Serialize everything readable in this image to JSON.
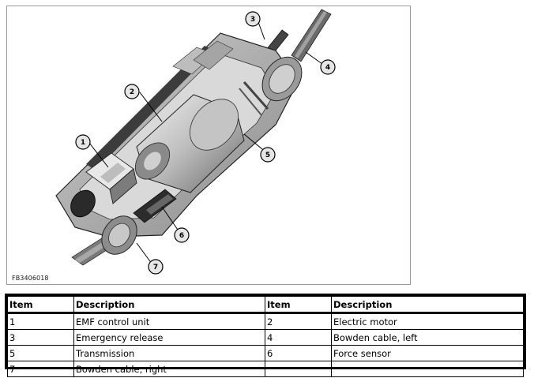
{
  "figure": {
    "id_label": "FB3406018",
    "callouts": [
      "1",
      "2",
      "3",
      "4",
      "5",
      "6",
      "7"
    ]
  },
  "legend": {
    "headers": [
      "Item",
      "Description",
      "Item",
      "Description"
    ],
    "rows": [
      [
        "1",
        "EMF control unit",
        "2",
        "Electric motor"
      ],
      [
        "3",
        "Emergency release",
        "4",
        "Bowden cable, left"
      ],
      [
        "5",
        "Transmission",
        "6",
        "Force sensor"
      ],
      [
        "7",
        "Bowden cable, right",
        "",
        ""
      ]
    ]
  },
  "colors": {
    "border": "#000000",
    "frame": "#9a9a9a",
    "callout_fill": "#e6e6e6",
    "housing": "#b4b4b4"
  }
}
